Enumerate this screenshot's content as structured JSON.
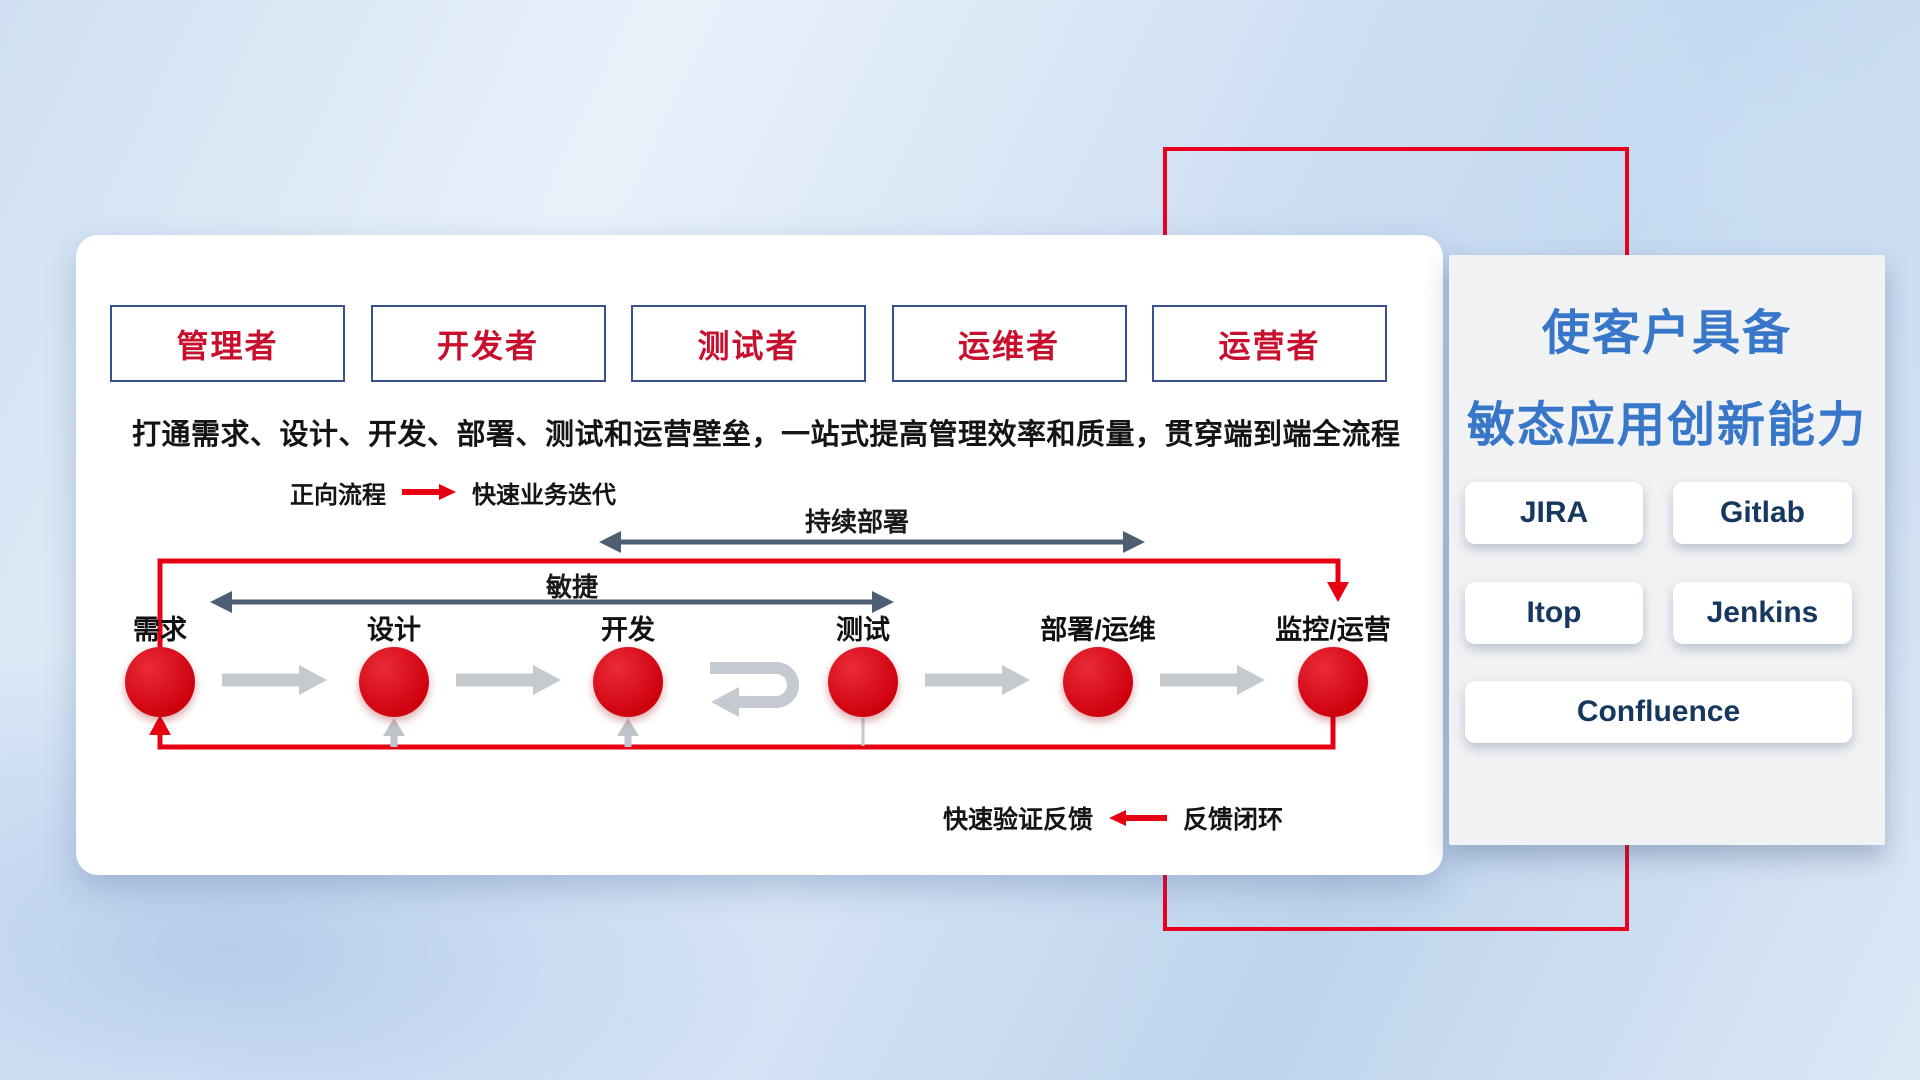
{
  "colors": {
    "accent_red": "#e8001e",
    "circle_red": "#d7000f",
    "role_text_red": "#c8102e",
    "title_blue": "#3776c8",
    "tool_text_navy": "#16375e",
    "dark_arrow": "#4e5f73",
    "gray_arrow": "#c5cad0"
  },
  "roles": [
    "管理者",
    "开发者",
    "测试者",
    "运维者",
    "运营者"
  ],
  "description": "打通需求、设计、开发、部署、测试和运营壁垒，一站式提高管理效率和质量，贯穿端到端全流程",
  "legend_forward": {
    "label": "正向流程",
    "value": "快速业务迭代"
  },
  "legend_feedback": {
    "label": "快速验证反馈",
    "value": "反馈闭环"
  },
  "flow": {
    "stages": [
      "需求",
      "设计",
      "开发",
      "测试",
      "部署/运维",
      "监控/运营"
    ]
  },
  "spans": {
    "agile": "敏捷",
    "continuous_deploy": "持续部署"
  },
  "panel": {
    "title_line1": "使客户具备",
    "title_line2": "敏态应用创新能力",
    "tools": [
      "JIRA",
      "Gitlab",
      "Itop",
      "Jenkins",
      "Confluence"
    ]
  }
}
